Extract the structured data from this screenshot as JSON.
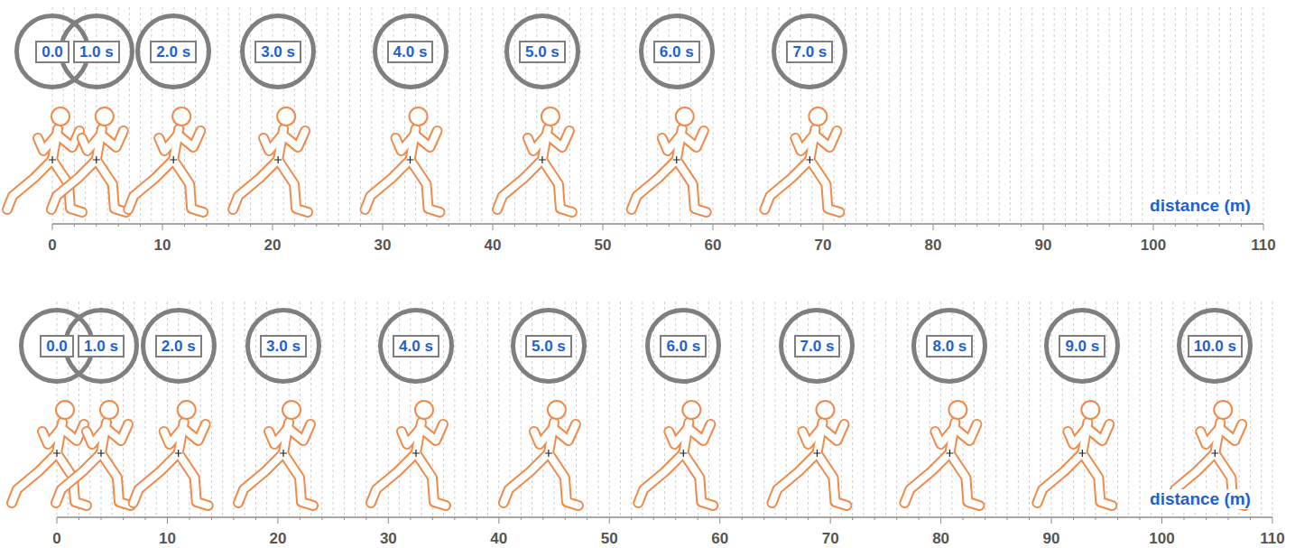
{
  "diagram": {
    "nodes": [
      {
        "text": [
          "0.0"
        ]
      },
      {
        "text": [
          "1.0 s"
        ]
      },
      {
        "text": [
          "2.0 s"
        ]
      },
      {
        "text": [
          "3.0 s"
        ]
      },
      {
        "text": [
          "4.0 s"
        ]
      },
      {
        "text": [
          "5.0 s"
        ]
      },
      {
        "text": [
          "6.0 s"
        ]
      },
      {
        "text": [
          "7.0 s"
        ]
      },
      {
        "text": [
          "0.0"
        ]
      },
      {
        "text": [
          "1.0 s"
        ]
      },
      {
        "text": [
          "2.0 s"
        ]
      },
      {
        "text": [
          "3.0 s"
        ]
      },
      {
        "text": [
          "4.0 s"
        ]
      },
      {
        "text": [
          "5.0 s"
        ]
      },
      {
        "text": [
          "6.0 s"
        ]
      },
      {
        "text": [
          "7.0 s"
        ]
      },
      {
        "text": [
          "8.0 s"
        ]
      },
      {
        "text": [
          "9.0 s"
        ]
      },
      {
        "text": [
          "10.0 s"
        ]
      }
    ],
    "labels": [
      "distance (m)",
      "0",
      "10",
      "20",
      "30",
      "40",
      "50",
      "60",
      "70",
      "80",
      "90",
      "100",
      "110",
      "distance (m)",
      "0",
      "10",
      "20",
      "30",
      "40",
      "50",
      "60",
      "70",
      "80",
      "90",
      "100",
      "110"
    ]
  }
}
